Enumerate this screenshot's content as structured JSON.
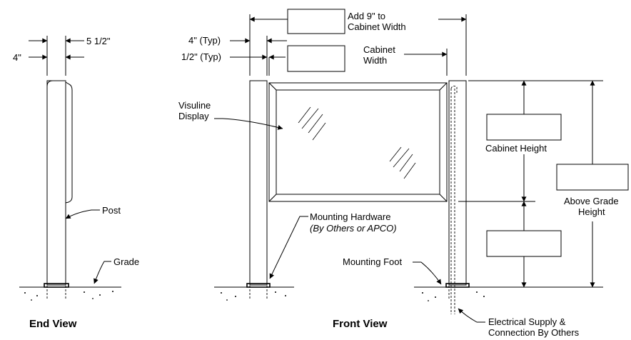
{
  "end_view": {
    "title": "End View",
    "dim_post_width": "4\"",
    "dim_offset": "5 1/2\"",
    "post_label": "Post",
    "grade_label": "Grade"
  },
  "front_view": {
    "title": "Front View",
    "dim_overall": "Add 9\" to",
    "dim_overall_2": "Cabinet Width",
    "dim_post": "4\" (Typ)",
    "dim_gap": "1/2\" (Typ)",
    "dim_cabinet_width": "Cabinet",
    "dim_cabinet_width_2": "Width",
    "display_label": "Visuline",
    "display_label_2": "Display",
    "mounting_hardware": "Mounting Hardware",
    "mounting_hardware_note": "(By Others or APCO)",
    "mounting_foot": "Mounting Foot",
    "cabinet_height": "Cabinet Height",
    "above_grade_height": "Above Grade",
    "above_grade_height_2": "Height",
    "electrical": "Electrical Supply &",
    "electrical_2": "Connection By Others"
  }
}
